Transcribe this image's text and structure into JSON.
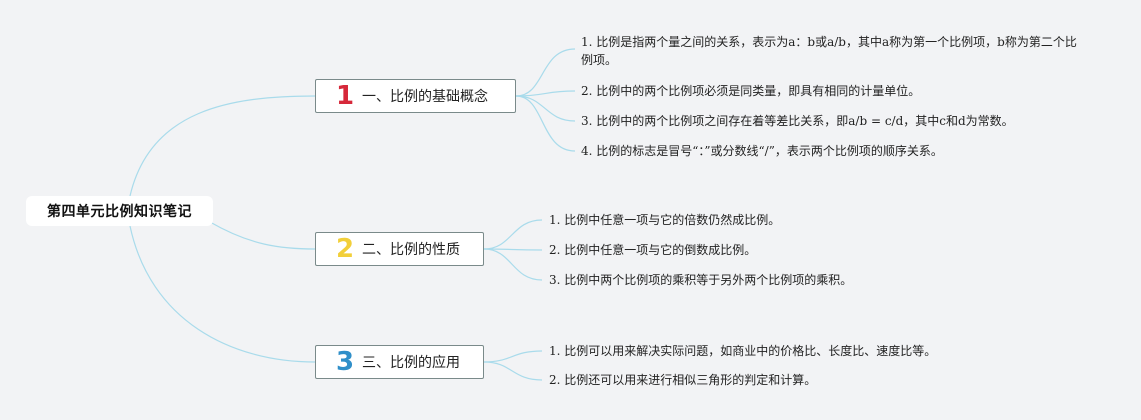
{
  "root": {
    "label": "第四单元比例知识笔记"
  },
  "colors": {
    "line": "#a9dbeb",
    "num1": "#d6283a",
    "num2": "#f2cf3a",
    "num3": "#2f8fc9"
  },
  "branches": [
    {
      "num": "1",
      "label": "一、比例的基础概念",
      "items": [
        "1. 比例是指两个量之间的关系，表示为a：b或a/b，其中a称为第一个比例项，b称为第二个比例项。",
        "2. 比例中的两个比例项必须是同类量，即具有相同的计量单位。",
        "3. 比例中的两个比例项之间存在着等差比关系，即a/b = c/d，其中c和d为常数。",
        "4. 比例的标志是冒号“：”或分数线“/”，表示两个比例项的顺序关系。"
      ]
    },
    {
      "num": "2",
      "label": "二、比例的性质",
      "items": [
        "1. 比例中任意一项与它的倍数仍然成比例。",
        "2. 比例中任意一项与它的倒数成比例。",
        "3. 比例中两个比例项的乘积等于另外两个比例项的乘积。"
      ]
    },
    {
      "num": "3",
      "label": "三、比例的应用",
      "items": [
        "1. 比例可以用来解决实际问题，如商业中的价格比、长度比、速度比等。",
        "2. 比例还可以用来进行相似三角形的判定和计算。"
      ]
    }
  ]
}
